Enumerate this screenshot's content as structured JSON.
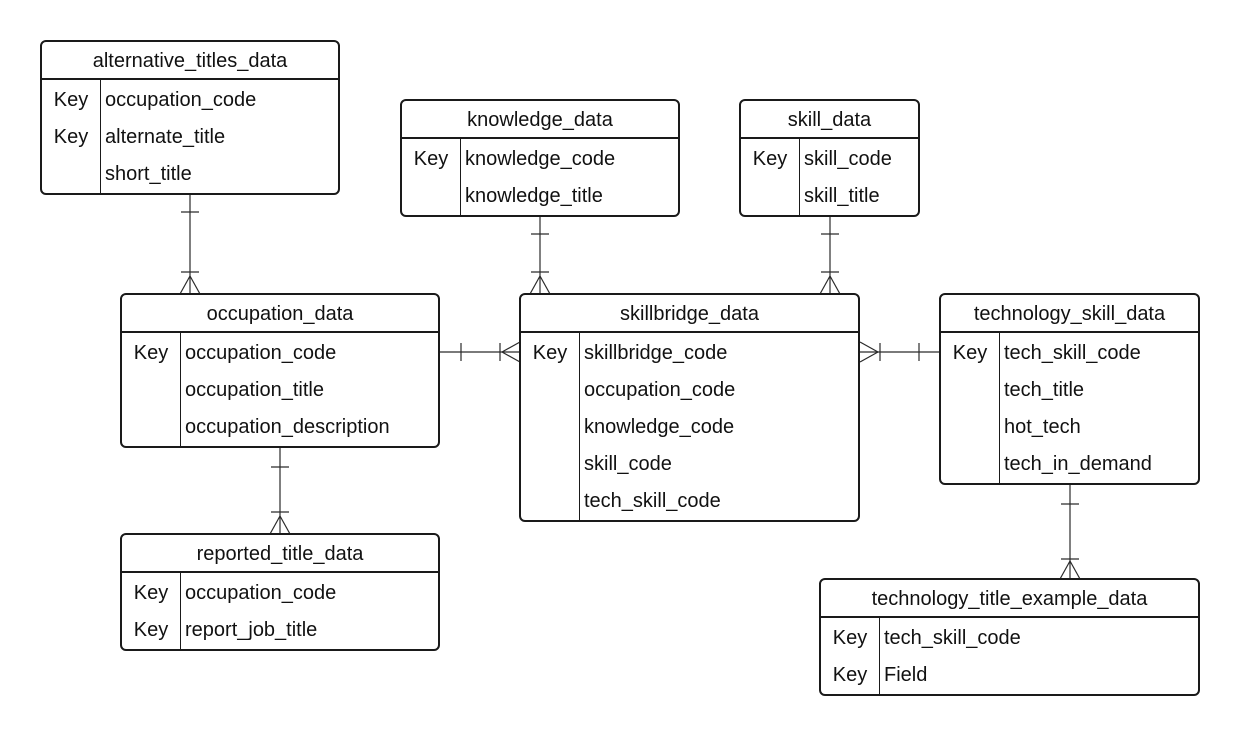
{
  "entities": {
    "alternative_titles": {
      "name": "alternative_titles_data",
      "rows": [
        {
          "key": "Key",
          "field": "occupation_code"
        },
        {
          "key": "Key",
          "field": "alternate_title"
        },
        {
          "key": "",
          "field": "short_title"
        }
      ]
    },
    "knowledge": {
      "name": "knowledge_data",
      "rows": [
        {
          "key": "Key",
          "field": "knowledge_code"
        },
        {
          "key": "",
          "field": "knowledge_title"
        }
      ]
    },
    "skill": {
      "name": "skill_data",
      "rows": [
        {
          "key": "Key",
          "field": "skill_code"
        },
        {
          "key": "",
          "field": "skill_title"
        }
      ]
    },
    "occupation": {
      "name": "occupation_data",
      "rows": [
        {
          "key": "Key",
          "field": "occupation_code"
        },
        {
          "key": "",
          "field": "occupation_title"
        },
        {
          "key": "",
          "field": "occupation_description"
        }
      ]
    },
    "skillbridge": {
      "name": "skillbridge_data",
      "rows": [
        {
          "key": "Key",
          "field": "skillbridge_code"
        },
        {
          "key": "",
          "field": "occupation_code"
        },
        {
          "key": "",
          "field": "knowledge_code"
        },
        {
          "key": "",
          "field": "skill_code"
        },
        {
          "key": "",
          "field": "tech_skill_code"
        }
      ]
    },
    "technology_skill": {
      "name": "technology_skill_data",
      "rows": [
        {
          "key": "Key",
          "field": "tech_skill_code"
        },
        {
          "key": "",
          "field": "tech_title"
        },
        {
          "key": "",
          "field": "hot_tech"
        },
        {
          "key": "",
          "field": "tech_in_demand"
        }
      ]
    },
    "reported_title": {
      "name": "reported_title_data",
      "rows": [
        {
          "key": "Key",
          "field": "occupation_code"
        },
        {
          "key": "Key",
          "field": "report_job_title"
        }
      ]
    },
    "technology_title_example": {
      "name": "technology_title_example_data",
      "rows": [
        {
          "key": "Key",
          "field": "tech_skill_code"
        },
        {
          "key": "Key",
          "field": "Field"
        }
      ]
    }
  },
  "relationships": [
    {
      "from": "alternative_titles",
      "from_card": "one",
      "to": "occupation",
      "to_card": "many"
    },
    {
      "from": "knowledge",
      "from_card": "one",
      "to": "skillbridge",
      "to_card": "many"
    },
    {
      "from": "skill",
      "from_card": "one",
      "to": "skillbridge",
      "to_card": "many"
    },
    {
      "from": "occupation",
      "from_card": "one",
      "to": "skillbridge",
      "to_card": "many"
    },
    {
      "from": "technology_skill",
      "from_card": "one",
      "to": "skillbridge",
      "to_card": "many"
    },
    {
      "from": "occupation",
      "from_card": "one",
      "to": "reported_title",
      "to_card": "many"
    },
    {
      "from": "technology_skill",
      "from_card": "one",
      "to": "technology_title_example",
      "to_card": "many"
    }
  ]
}
